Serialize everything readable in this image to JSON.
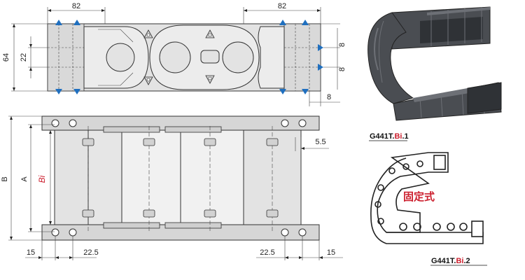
{
  "colors": {
    "plate": "#e3e3e3",
    "plate_dark": "#cfcfcf",
    "bar": "#f1f1f1",
    "outline": "#333333",
    "arrow": "#1f6fbf",
    "accent_red": "#cc1f2e",
    "chain_dark": "#4a4d52",
    "chain_light": "#6d7076"
  },
  "icons": {
    "mount_arrow": "blue-triangle-arrow-icon",
    "mount_hole": "mounting-hole-icon"
  },
  "top_view": {
    "dim_left_width": "82",
    "dim_right_width": "82",
    "dim_height": "64",
    "dim_hole_spacing": "22",
    "dim_right_upper": "8",
    "dim_right_lower": "8",
    "dim_right_edge": "8"
  },
  "front_view": {
    "dim_B": "B",
    "dim_A": "A",
    "dim_Bi": "Bi",
    "dim_side_offset": "5.5",
    "dim_left_edge": "15",
    "dim_left_hole": "22.5",
    "dim_right_hole": "22.5",
    "dim_right_edge": "15"
  },
  "variants": {
    "model_1": {
      "prefix": "G441T.",
      "highlight": "Bi",
      "suffix": ".1"
    },
    "model_2": {
      "prefix": "G441T.",
      "highlight": "Bi",
      "suffix": ".2"
    },
    "fixed_type_label": "固定式"
  }
}
